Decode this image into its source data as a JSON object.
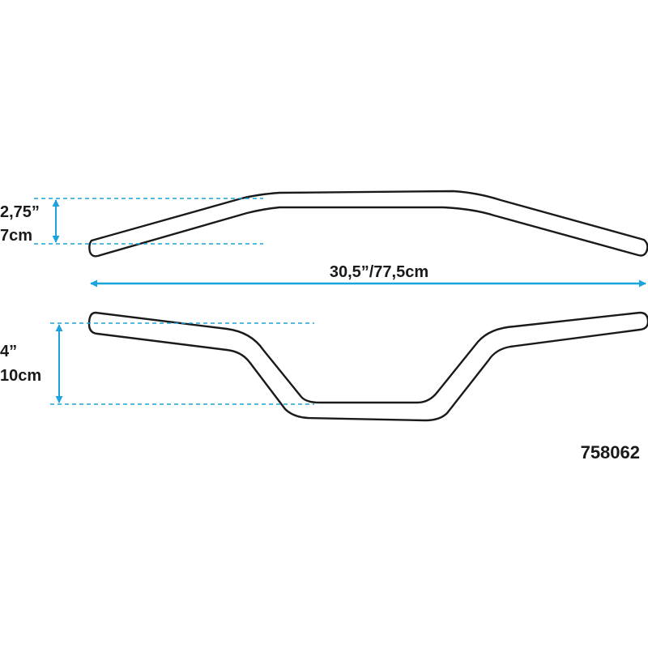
{
  "dimensions": {
    "rise_inch": "2,75”",
    "rise_cm": "7cm",
    "width": "30,5”/77,5cm",
    "pullback_inch": "4”",
    "pullback_cm": "10cm"
  },
  "part_number": "758062",
  "colors": {
    "dimension_line": "#1aa3dc",
    "outline": "#1a1a1a",
    "label_text": "#1a1a1a"
  }
}
